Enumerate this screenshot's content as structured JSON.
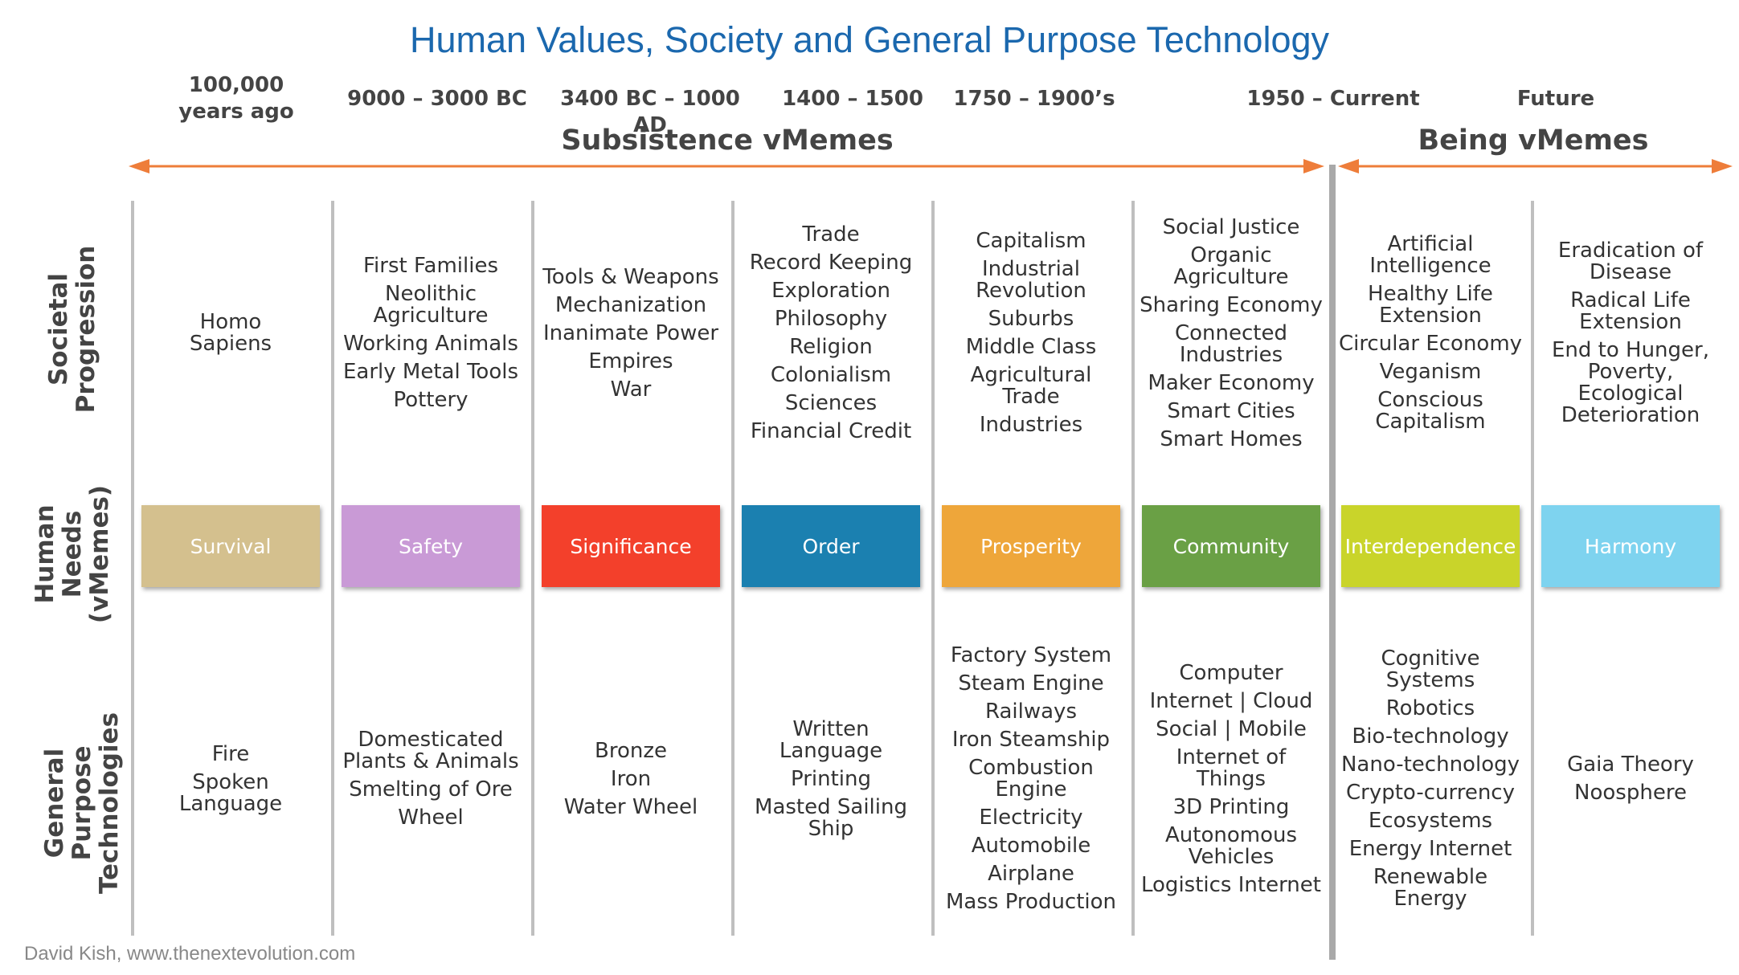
{
  "title": "Human Values, Society and General Purpose Technology",
  "eras": [
    "100,000\nyears ago",
    "9000 – 3000 BC",
    "3400 BC – 1000 AD",
    "1400 – 1500",
    "1750 – 1900’s",
    "1950 – Current",
    "Future"
  ],
  "groups": {
    "subsistence": "Subsistence vMemes",
    "being": "Being vMemes"
  },
  "row_labels": {
    "societal": "Societal\nProgression",
    "needs": "Human\nNeeds\n(vMemes)",
    "tech": "General\nPurpose\nTechnologies"
  },
  "columns": [
    {
      "societal": [
        "Homo\nSapiens"
      ],
      "need": "Survival",
      "need_color": "#d4c08e",
      "tech": [
        "Fire",
        "Spoken\nLanguage"
      ]
    },
    {
      "societal": [
        "First Families",
        "Neolithic\nAgriculture",
        "Working Animals",
        "Early Metal Tools",
        "Pottery"
      ],
      "need": "Safety",
      "need_color": "#c99ad6",
      "tech": [
        "Domesticated\nPlants & Animals",
        "Smelting of Ore",
        "Wheel"
      ]
    },
    {
      "societal": [
        "Tools & Weapons",
        "Mechanization",
        "Inanimate Power",
        "Empires",
        "War"
      ],
      "need": "Significance",
      "need_color": "#f3402b",
      "tech": [
        "Bronze",
        "Iron",
        "Water Wheel"
      ]
    },
    {
      "societal": [
        "Trade",
        "Record Keeping",
        "Exploration",
        "Philosophy",
        "Religion",
        "Colonialism",
        "Sciences",
        "Financial Credit"
      ],
      "need": "Order",
      "need_color": "#1b80b0",
      "tech": [
        "Written\nLanguage",
        "Printing",
        "Masted Sailing\nShip"
      ]
    },
    {
      "societal": [
        "Capitalism",
        "Industrial\nRevolution",
        "Suburbs",
        "Middle Class",
        "Agricultural\nTrade",
        "Industries"
      ],
      "need": "Prosperity",
      "need_color": "#eea63a",
      "tech": [
        "Factory System",
        "Steam Engine",
        "Railways",
        "Iron Steamship",
        "Combustion\nEngine",
        "Electricity",
        "Automobile",
        "Airplane",
        "Mass Production"
      ]
    },
    {
      "societal": [
        "Social Justice",
        "Organic\nAgriculture",
        "Sharing Economy",
        "Connected\nIndustries",
        "Maker Economy",
        "Smart Cities",
        "Smart Homes"
      ],
      "need": "Community",
      "need_color": "#6aa045",
      "tech": [
        "Computer",
        "Internet | Cloud",
        "Social | Mobile",
        "Internet of\nThings",
        "3D Printing",
        "Autonomous\nVehicles",
        "Logistics Internet"
      ]
    },
    {
      "societal": [
        "Artificial\nIntelligence",
        "Healthy Life\nExtension",
        "Circular Economy",
        "Veganism",
        "Conscious\nCapitalism"
      ],
      "need": "Interdependence",
      "need_color": "#c9d42a",
      "tech": [
        "Cognitive\nSystems",
        "Robotics",
        "Bio-technology",
        "Nano-technology",
        "Crypto-currency",
        "Ecosystems",
        "Energy Internet",
        "Renewable\nEnergy"
      ]
    },
    {
      "societal": [
        "Eradication of\nDisease",
        "Radical Life\nExtension",
        "End to Hunger,\nPoverty,\nEcological\nDeterioration"
      ],
      "need": "Harmony",
      "need_color": "#7ed3ef",
      "tech": [
        "Gaia Theory",
        "Noosphere"
      ]
    }
  ],
  "footer": "David Kish, www.thenextevolution.com",
  "colors": {
    "title": "#1b68ae",
    "arrow": "#ee7d3a",
    "divider": "#bfbfbf"
  }
}
